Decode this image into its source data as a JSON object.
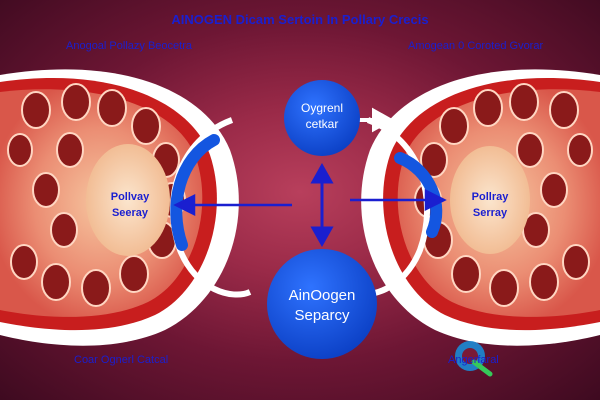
{
  "diagram": {
    "title": "AINOGEN Dicam Sertoin In Pollary Crecis",
    "top_left_label": "Anogoal Pollazy Beocetra",
    "top_right_label": "Amogean 0 Coroted Gvorar",
    "bottom_left_label": "Coar Ognerl Catcal",
    "bottom_right_label": "Angerfaral",
    "left_organ": {
      "label_line1": "Pollvay",
      "label_line2": "Seeray"
    },
    "right_organ": {
      "label_line1": "Pollray",
      "label_line2": "Serray"
    },
    "top_circle": {
      "line1": "Oygrenl",
      "line2": "cetkar"
    },
    "bottom_circle": {
      "line1": "AinOogen",
      "line2": "Separcy"
    },
    "colors": {
      "background": "#8f2542",
      "circle": "#1456e0",
      "arrow": "#1a1fd0",
      "organ_rim": "#c81e1e",
      "lobule": "#8a1a1a"
    },
    "watermark_icon": "q-logo-watermark"
  }
}
